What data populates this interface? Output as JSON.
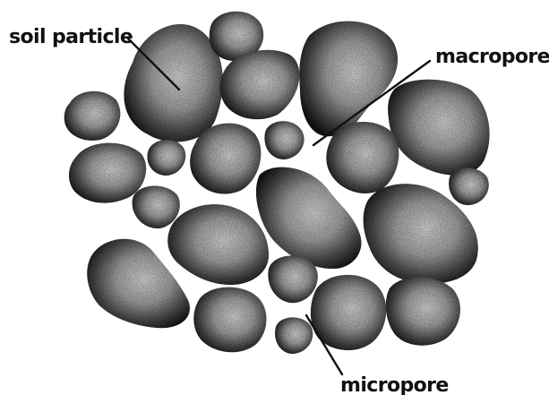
{
  "labels": {
    "soil_particle": "soil particle",
    "macropore": "macropore",
    "micropore": "micropore"
  },
  "colors": {
    "background": "#ffffff",
    "particle_core": "#d8d8d8",
    "particle_mid": "#8a8a8a",
    "particle_edge": "#2a2a2a",
    "label_text": "#111111"
  }
}
